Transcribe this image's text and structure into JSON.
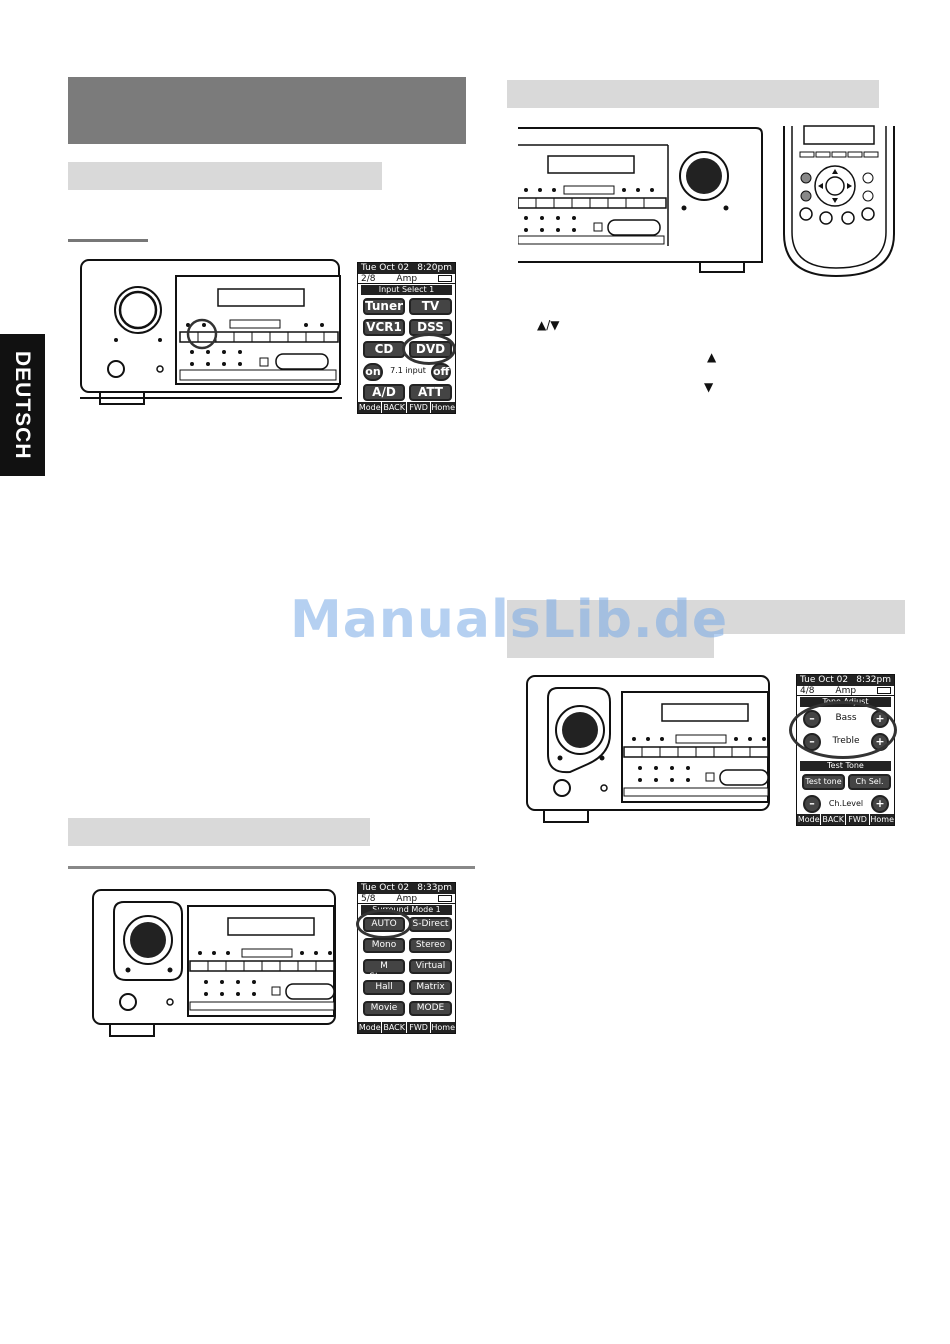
{
  "side_tab": {
    "label": "DEUTSCH"
  },
  "watermark": {
    "text": "ManualsLib.de"
  },
  "arrows": {
    "up_down": "▲/▼",
    "up": "▲",
    "down": "▼"
  },
  "remote_input": {
    "date": "Tue Oct 02",
    "time": "8:20pm",
    "page": "2/8",
    "device": "Amp",
    "title": "Input Select 1",
    "buttons": [
      "Tuner",
      "TV",
      "VCR1",
      "DSS",
      "CD",
      "DVD"
    ],
    "on_label": "on",
    "mid_label": "7.1 input",
    "off_label": "off",
    "bottom_buttons": [
      "A/D",
      "ATT"
    ],
    "footer": [
      "Mode",
      "BACK",
      "FWD",
      "Home"
    ]
  },
  "remote_tone": {
    "date": "Tue Oct 02",
    "time": "8:32pm",
    "page": "4/8",
    "device": "Amp",
    "title": "Tone Adjust",
    "rows": [
      "Bass",
      "Treble"
    ],
    "section2": "Test Tone",
    "buttons": [
      "Test tone",
      "Ch Sel."
    ],
    "level": "Ch.Level",
    "minus": "–",
    "plus": "+",
    "footer": [
      "Mode",
      "BACK",
      "FWD",
      "Home"
    ]
  },
  "remote_surround": {
    "date": "Tue Oct 02",
    "time": "8:33pm",
    "page": "5/8",
    "device": "Amp",
    "title": "Surround Mode 1",
    "buttons": [
      "AUTO",
      "S-Direct",
      "Mono",
      "Stereo",
      "M Stereo",
      "Virtual",
      "Hall",
      "Matrix",
      "Movie",
      "MODE"
    ],
    "footer": [
      "Mode",
      "BACK",
      "FWD",
      "Home"
    ]
  }
}
